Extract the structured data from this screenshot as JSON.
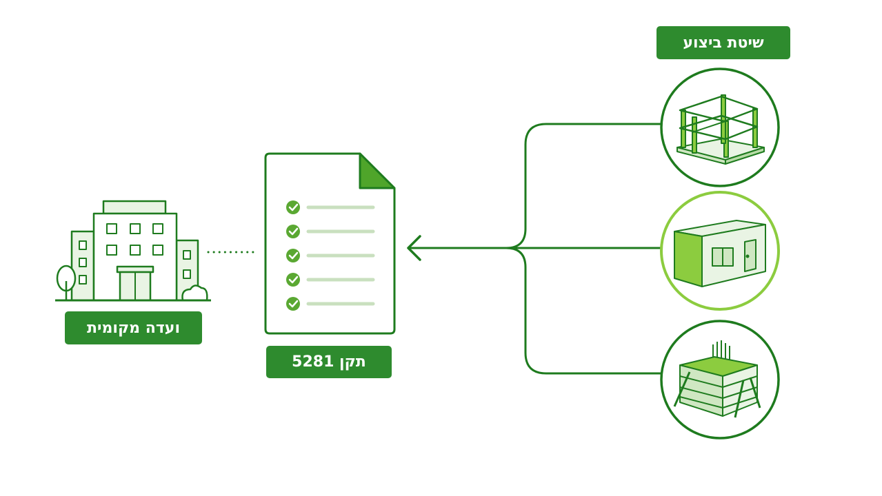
{
  "labels": {
    "local_committee": "ועדה מקומית",
    "standard": "תקן 5281",
    "construction_method": "שיטת ביצוע"
  },
  "colors": {
    "dark_green": "#1e7b1e",
    "label_green": "#2e8b2e",
    "light_green": "#8ccc3f",
    "pale_green": "#e9f4e4",
    "check_green": "#5aa832",
    "line_gray": "#c9e0bf"
  },
  "icons": {
    "building": "office-building-icon",
    "document": "checklist-document-icon",
    "method_1": "steel-frame-structure-icon",
    "method_2": "prefab-module-icon",
    "method_3": "concrete-formwork-icon"
  },
  "selected_method": "method_2"
}
